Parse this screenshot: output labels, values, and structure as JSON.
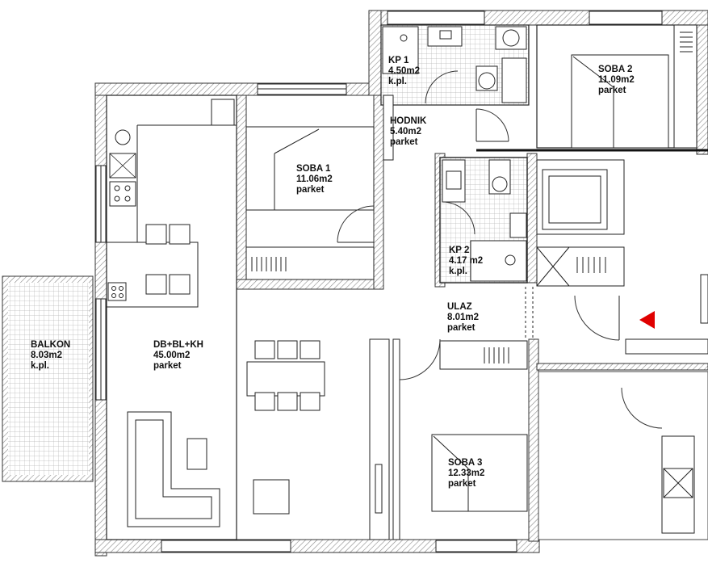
{
  "rooms": [
    {
      "id": "kp1",
      "lines": [
        "KP 1",
        "4.50m2",
        "k.pl."
      ]
    },
    {
      "id": "soba2",
      "lines": [
        "SOBA 2",
        "11.09m2",
        "parket"
      ]
    },
    {
      "id": "hodnik",
      "lines": [
        "HODNIK",
        "5.40m2",
        "parket"
      ]
    },
    {
      "id": "soba1",
      "lines": [
        "SOBA 1",
        "11.06m2",
        "parket"
      ]
    },
    {
      "id": "kp2",
      "lines": [
        "KP 2",
        "4.17 m2",
        "k.pl."
      ]
    },
    {
      "id": "ulaz",
      "lines": [
        "ULAZ",
        "8.01m2",
        "parket"
      ]
    },
    {
      "id": "balkon",
      "lines": [
        "BALKON",
        "8.03m2",
        "k.pl."
      ]
    },
    {
      "id": "dnevni",
      "lines": [
        "DB+BL+KH",
        "45.00m2",
        "parket"
      ]
    },
    {
      "id": "soba3",
      "lines": [
        "SOBA 3",
        "12.33m2",
        "parket"
      ]
    }
  ],
  "colors": {
    "wall": "#222222",
    "hatch": "#9a9a9a",
    "entrance_marker": "#e00000"
  },
  "icons": {
    "entrance": "entrance-triangle-icon"
  }
}
